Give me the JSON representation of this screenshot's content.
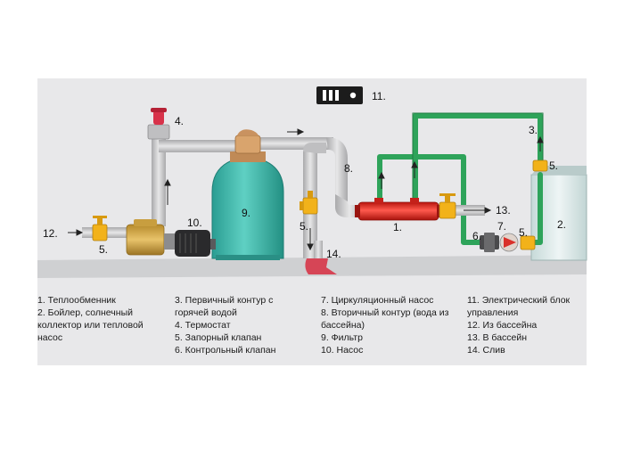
{
  "callouts": {
    "c1": "1.",
    "c2": "2.",
    "c3": "3.",
    "c4": "4.",
    "c5a": "5.",
    "c5b": "5.",
    "c5c": "5.",
    "c5d": "5.",
    "c6": "6.",
    "c7": "7.",
    "c8": "8.",
    "c9": "9.",
    "c10": "10.",
    "c11": "11.",
    "c12": "12.",
    "c13": "13.",
    "c14": "14."
  },
  "legend": {
    "col1": [
      "1. Теплообменник",
      "2. Бойлер, солнечный коллектор или тепловой насос"
    ],
    "col2": [
      "3. Первичный контур с горячей водой",
      "4. Термостат",
      "5. Запорный клапан",
      "6. Контрольный клапан"
    ],
    "col3": [
      "7. Циркуляционный насос",
      "8. Вторичный контур (вода из бассейна)",
      "9. Фильтр",
      "10. Насос"
    ],
    "col4": [
      "11. Электрический блок управления",
      "12. Из бассейна",
      "13. В бассейн",
      "14. Слив"
    ]
  },
  "colors": {
    "background_panel": "#e8e8ea",
    "ground": "#d3d4d6",
    "grey_pipe": "#c9c9cb",
    "green_pipe": "#2ea35a",
    "filter_tank": "#3cb7a9",
    "heat_exchanger": "#e2231a",
    "pump_body": "#d0a84a",
    "valve_yellow": "#f2b21a",
    "boiler": "#d9e7e6",
    "drain": "#d64556"
  }
}
